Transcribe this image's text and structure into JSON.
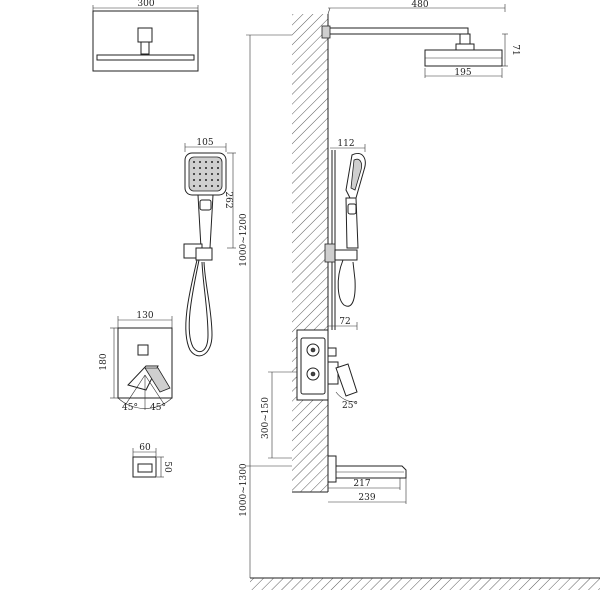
{
  "dimensions": {
    "head_front_width": "300",
    "arm_length": "480",
    "head_depth": "71",
    "head_side_width": "195",
    "hand_front_width": "105",
    "hand_height": "262",
    "hand_side_width": "112",
    "rail_height": "1000~1200",
    "valve_width": "130",
    "valve_height": "180",
    "angle_left": "45°",
    "angle_right": "45°",
    "valve_depth": "72",
    "valve_angle": "25°",
    "valve_offset": "300~150",
    "spout_width": "60",
    "spout_height": "50",
    "spout_height_floor": "1000~1300",
    "spout_reach": "217",
    "spout_total": "239"
  },
  "colors": {
    "line": "#222222",
    "background": "#ffffff",
    "metal_fill": "#cfcfcf"
  }
}
